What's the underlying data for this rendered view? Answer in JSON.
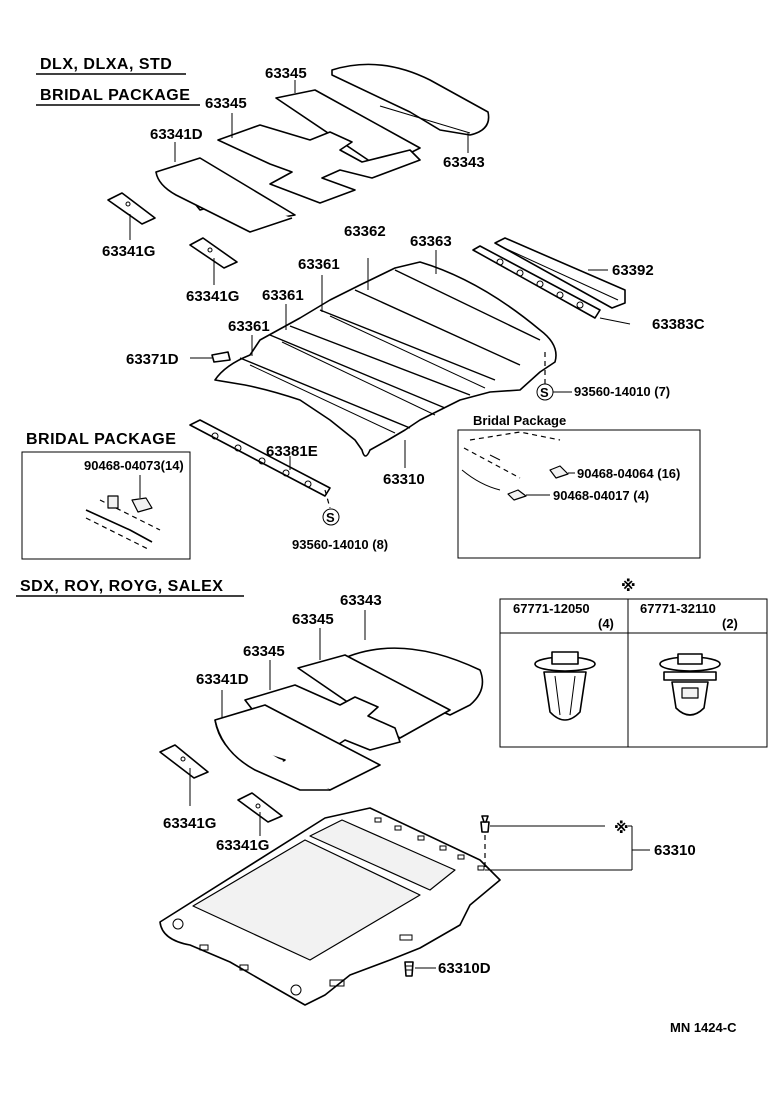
{
  "headers": {
    "top_variant": "DLX, DLXA, STD",
    "top_package": "BRIDAL  PACKAGE",
    "inset_left": "BRIDAL  PACKAGE",
    "inset_right": "Bridal Package",
    "bottom_variant": "SDX, ROY, ROYG, SALEX"
  },
  "top_labels": {
    "p63345a": "63345",
    "p63345b": "63345",
    "p63341d": "63341D",
    "p63343": "63343",
    "p63341g_a": "63341G",
    "p63341g_b": "63341G",
    "p63362": "63362",
    "p63363": "63363",
    "p63392": "63392",
    "p63361_a": "63361",
    "p63361_b": "63361",
    "p63361_c": "63361",
    "p63383c": "63383C",
    "p63371d": "63371D",
    "p93560_7": "93560-14010 (7)",
    "p63310": "63310",
    "p63381e": "63381E"
  },
  "inset_left_labels": {
    "clip": "90468-04073(14)",
    "screw": "93560-14010 (8)"
  },
  "inset_right_labels": {
    "clip_a": "90468-04064 (16)",
    "clip_b": "90468-04017 (4)"
  },
  "bottom_labels": {
    "p63343": "63343",
    "p63345a": "63345",
    "p63345b": "63345",
    "p63341d": "63341D",
    "p63341g_a": "63341G",
    "p63341g_b": "63341G",
    "p63310": "63310",
    "p63310d": "63310D"
  },
  "clip_table": {
    "mark": "※",
    "col1_part": "67771-12050",
    "col1_qty": "(4)",
    "col2_part": "67771-32110",
    "col2_qty": "(2)"
  },
  "markers": {
    "s_symbol": "S",
    "mark_symbol": "※"
  },
  "footer": {
    "code": "MN  1424-C"
  }
}
